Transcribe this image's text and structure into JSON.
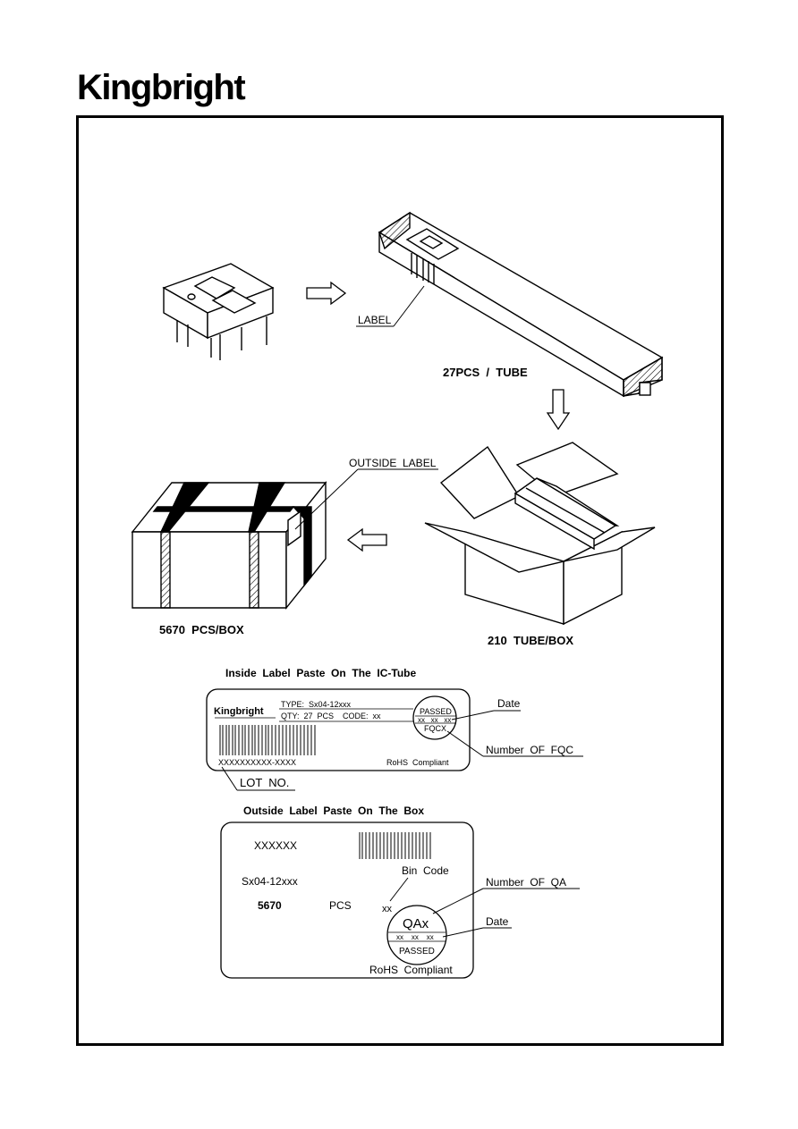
{
  "brand": {
    "name": "Kingbright"
  },
  "diagram": {
    "tube_label": "LABEL",
    "tube_qty": "27PCS  /  TUBE",
    "outside_label": "OUTSIDE  LABEL",
    "box_qty": "5670  PCS/BOX",
    "tube_box": "210  TUBE/BOX"
  },
  "inside_label": {
    "heading": "Inside  Label  Paste  On  The  IC-Tube",
    "brand": "Kingbright",
    "type": "TYPE:  Sx04-12xxx",
    "qty": "QTY:  27  PCS    CODE:  xx",
    "lot_code": "XXXXXXXXXX-XXXX",
    "rohs": "RoHS  Compliant",
    "stamp_top": "PASSED",
    "stamp_mid": "xx   xx   xx",
    "stamp_bottom": "FQCX",
    "callout_date": "Date",
    "callout_fqc": "Number  OF  FQC",
    "callout_lot": "LOT  NO."
  },
  "outside_box_label": {
    "heading": "Outside  Label  Paste  On  The  Box",
    "code": "XXXXXX",
    "part": "Sx04-12xxx",
    "qty": "5670",
    "pcs": "PCS",
    "bin": "xx",
    "rohs": "RoHS  Compliant",
    "stamp_top": "QAx",
    "stamp_mid": "xx    xx    xx",
    "stamp_bottom": "PASSED",
    "callout_bin": "Bin  Code",
    "callout_qa": "Number  OF  QA",
    "callout_date": "Date"
  }
}
